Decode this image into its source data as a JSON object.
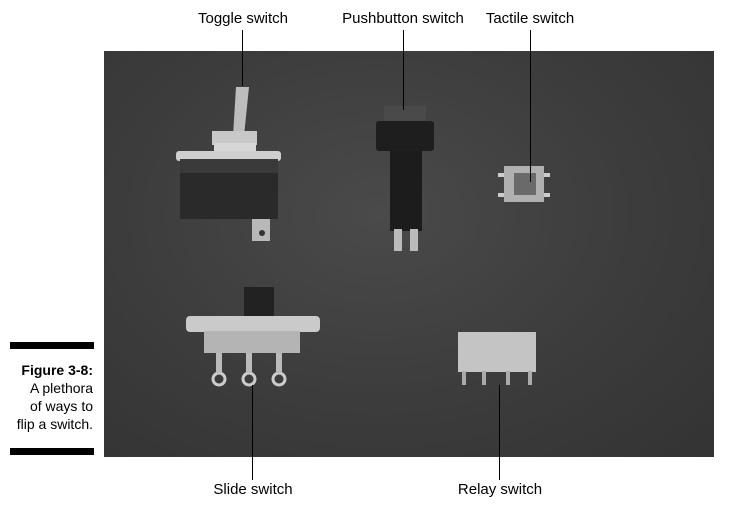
{
  "labels": {
    "toggle": "Toggle switch",
    "pushbutton": "Pushbutton switch",
    "tactile": "Tactile switch",
    "slide": "Slide switch",
    "relay": "Relay switch"
  },
  "caption": {
    "figure": "Figure 3-8:",
    "line1": "A plethora",
    "line2": "of ways to",
    "line3": "flip a switch."
  }
}
